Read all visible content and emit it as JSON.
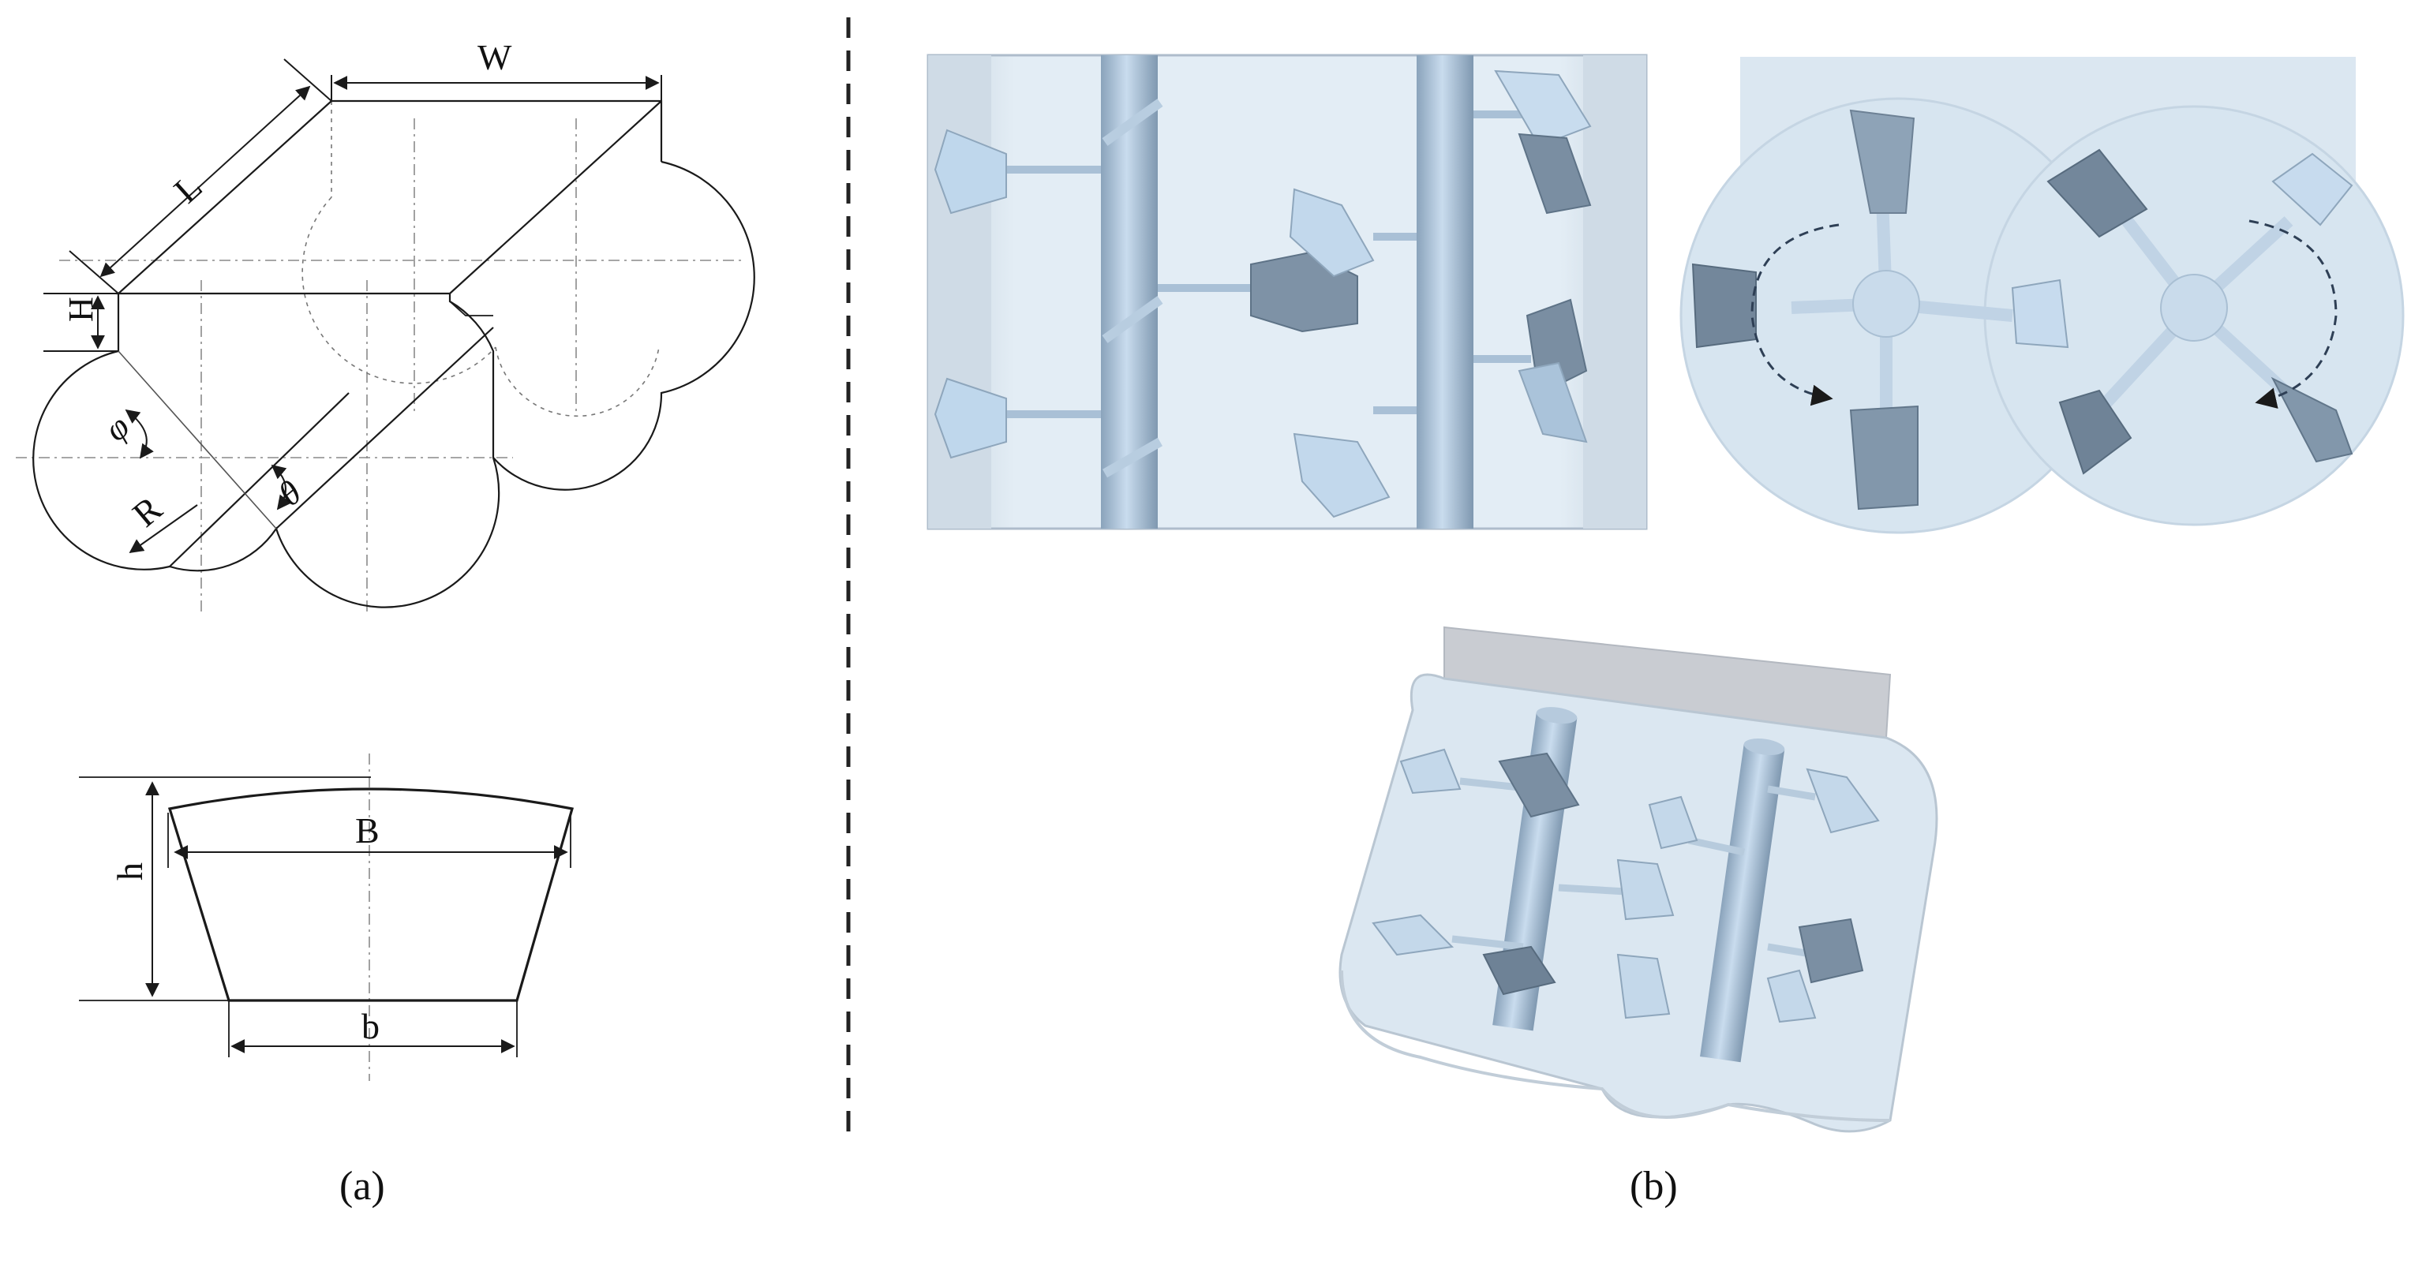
{
  "colors": {
    "line": "#1a1a1a",
    "dash": "#8a8a8a",
    "vessel_fill": "#dde9f3",
    "vessel_edge": "#b8c8d6",
    "blade_light": "#b9d2e8",
    "blade_dark": "#7f93a6",
    "shaft": "#9fb6cc",
    "arrow_dashed": "#2e3f55"
  },
  "panel_a": {
    "caption": "(a)",
    "labels": {
      "W": "W",
      "L": "L",
      "H": "H",
      "phi": "φ",
      "theta": "θ",
      "R": "R",
      "B": "B",
      "h": "h",
      "b": "b"
    }
  },
  "panel_b": {
    "caption": "(b)"
  }
}
